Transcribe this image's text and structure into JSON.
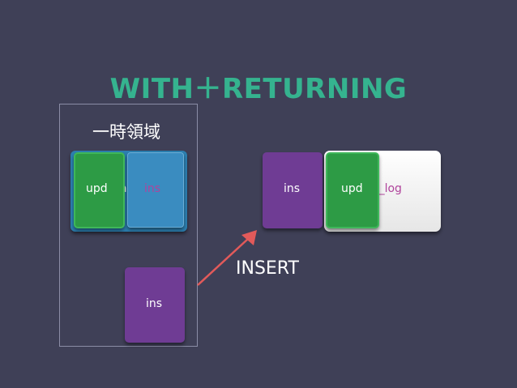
{
  "title": "WITH＋RETURNING",
  "temp_area_label": "一時領域",
  "left_group": {
    "upd_label": "upd",
    "base_partial": "ase",
    "ins_partial": "ins"
  },
  "right_group": {
    "ins_label": "ins",
    "upd_label": "upd",
    "log_partial": "o_log"
  },
  "bottom_box_label": "ins",
  "arrow_label": "INSERT",
  "colors": {
    "background": "#3f4057",
    "title": "#35b38f",
    "green": "#2d9b45",
    "blue": "#2c7fb0",
    "purple": "#6f3c94",
    "arrow": "#e25a5a",
    "magenta_text": "#b0449c"
  }
}
